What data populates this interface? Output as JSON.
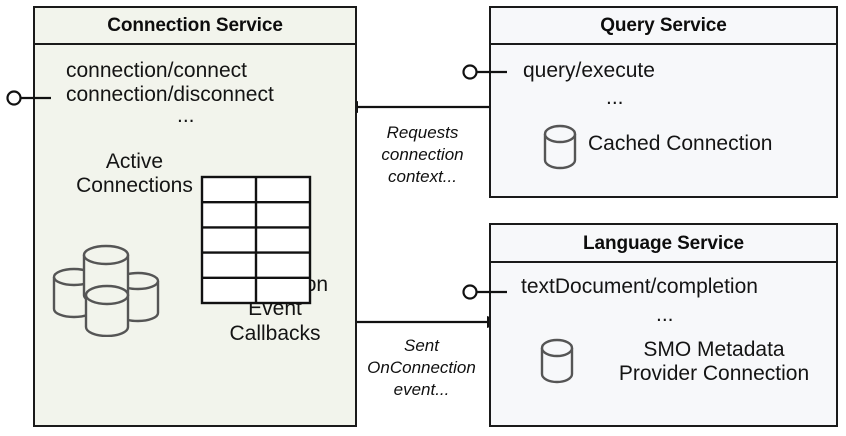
{
  "diagram": {
    "type": "uml-component-diagram",
    "colors": {
      "connection_service_fill": "#f2f4ec",
      "service_fill": "#f7f8fa",
      "stroke": "#1a1a1a",
      "icon_stroke": "#555555",
      "text": "#141414"
    }
  },
  "connection_service": {
    "title": "Connection Service",
    "interfaces": [
      "connection/connect",
      "connection/disconnect"
    ],
    "ellipsis": "...",
    "active_connections_label": "Active\nConnections",
    "active_connections_label_line1": "Active",
    "active_connections_label_line2": "Connections",
    "callbacks_label_line1": "Connection",
    "callbacks_label_line2": "Event",
    "callbacks_label_line3": "Callbacks",
    "cluster_icon": "database-cluster-icon",
    "grid_icon": "table-grid-icon",
    "grid_rows": 5,
    "grid_cols": 2
  },
  "query_service": {
    "title": "Query Service",
    "interfaces": [
      "query/execute"
    ],
    "ellipsis": "...",
    "resource_label": "Cached Connection",
    "resource_icon": "database-cylinder-icon"
  },
  "language_service": {
    "title": "Language Service",
    "interfaces": [
      "textDocument/completion"
    ],
    "ellipsis": "...",
    "resource_label_line1": "SMO Metadata",
    "resource_label_line2": "Provider Connection",
    "resource_icon": "database-cylinder-icon"
  },
  "connectors": [
    {
      "name": "query-to-connection",
      "direction": "left",
      "label_line1": "Requests",
      "label_line2": "connection",
      "label_line3": "context..."
    },
    {
      "name": "connection-to-language",
      "direction": "right",
      "label_line1": "Sent",
      "label_line2": "OnConnection",
      "label_line3": "event..."
    }
  ],
  "lollipops": [
    {
      "name": "connection-service-provided-interface"
    },
    {
      "name": "query-service-provided-interface"
    },
    {
      "name": "language-service-provided-interface"
    }
  ]
}
